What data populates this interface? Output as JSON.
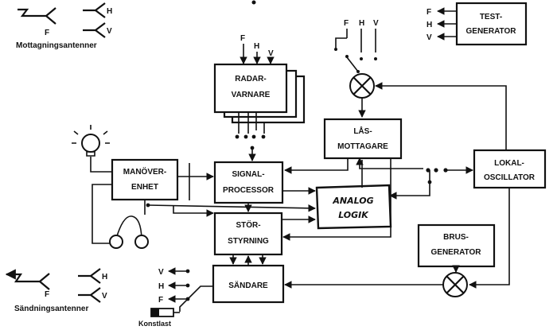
{
  "antennas": {
    "receive_caption": "Mottagningsantenner",
    "transmit_caption": "Sändningsantenner",
    "rx_letters": [
      "F",
      "H",
      "V"
    ],
    "tx_letters": [
      "F",
      "H",
      "V"
    ]
  },
  "blocks": {
    "radar_warner": [
      "RADAR-",
      "VARNARE"
    ],
    "radar_inputs": [
      "F",
      "H",
      "V"
    ],
    "signal_processor": [
      "SIGNAL-",
      "PROCESSOR"
    ],
    "maneuver_unit": [
      "MANÖVER-",
      "ENHET"
    ],
    "jamming_control": [
      "STÖR-",
      "STYRNING"
    ],
    "transmitter": [
      "SÄNDARE"
    ],
    "analog_logic": [
      "ANALOG",
      "LOGIK"
    ],
    "lock_receiver": [
      "LÅS-",
      "MOTTAGARE"
    ],
    "local_oscillator": [
      "LOKAL-",
      "OSCILLATOR"
    ],
    "noise_generator": [
      "BRUS-",
      "GENERATOR"
    ],
    "test_generator": [
      "TEST-",
      "GENERATOR"
    ]
  },
  "switches": {
    "mixer_inputs": [
      "F",
      "H",
      "V"
    ],
    "test_outputs": [
      "F",
      "H",
      "V"
    ],
    "transmit_outputs": [
      "V",
      "H",
      "F"
    ],
    "dummy_load": "Konstlast"
  }
}
